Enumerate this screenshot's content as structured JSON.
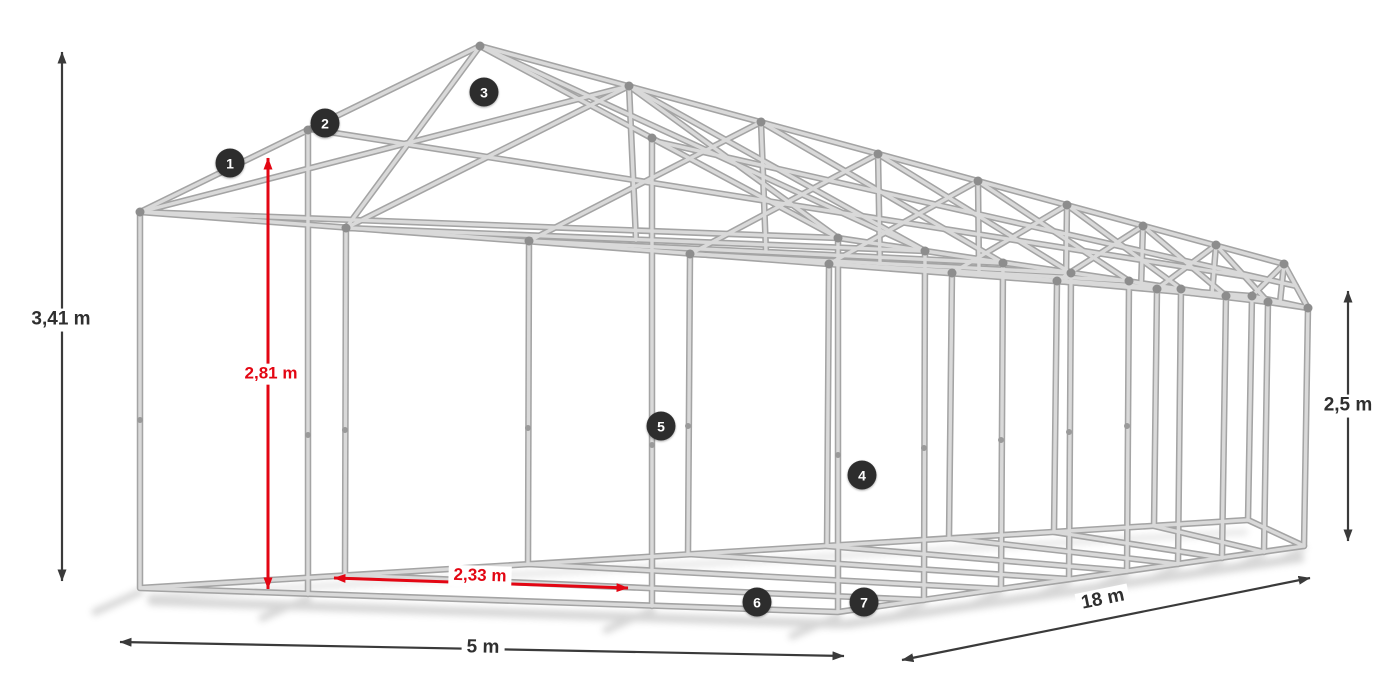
{
  "diagram": {
    "subject": "tent-frame-construction",
    "dimensions": {
      "total_height": "3,41 m",
      "entrance_height": "2,81 m",
      "side_height": "2,5 m",
      "width": "5 m",
      "length": "18 m",
      "entrance_width": "2,33 m"
    },
    "badges": [
      {
        "number": "1"
      },
      {
        "number": "2"
      },
      {
        "number": "3"
      },
      {
        "number": "4"
      },
      {
        "number": "5"
      },
      {
        "number": "6"
      },
      {
        "number": "7"
      }
    ],
    "colors": {
      "background": "#ffffff",
      "frame_tube_light": "#d9d9d9",
      "frame_tube_dark": "#a4a4a4",
      "connector_gray": "#8d8d8d",
      "dimension_dark": "#3a3a3a",
      "accent_red": "#e30613",
      "badge_background": "#2d2d2d",
      "badge_text": "#ffffff"
    }
  }
}
